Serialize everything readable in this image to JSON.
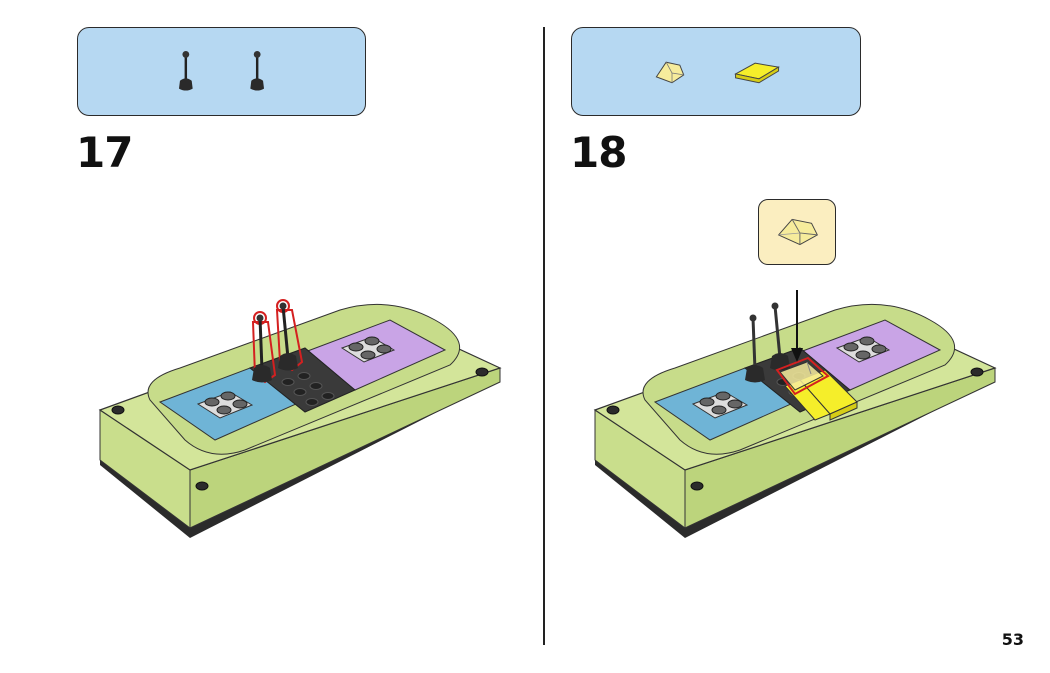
{
  "steps": [
    {
      "number": "17",
      "parts": [
        "joystick-part",
        "joystick-part"
      ]
    },
    {
      "number": "18",
      "parts": [
        "transparent-yellow-slope-part",
        "yellow-tile-part"
      ],
      "callout": "transparent-yellow-slope-part"
    }
  ],
  "page": {
    "number": "53"
  },
  "colors": {
    "parts_box": "#b6d8f2",
    "callout": "#fbeec0",
    "base_green": "#d3e59a",
    "blue_tile": "#6fb4d6",
    "lavender_tile": "#c9a4e6",
    "highlight": "#d42020",
    "yellow_tile": "#f5ee2a"
  }
}
